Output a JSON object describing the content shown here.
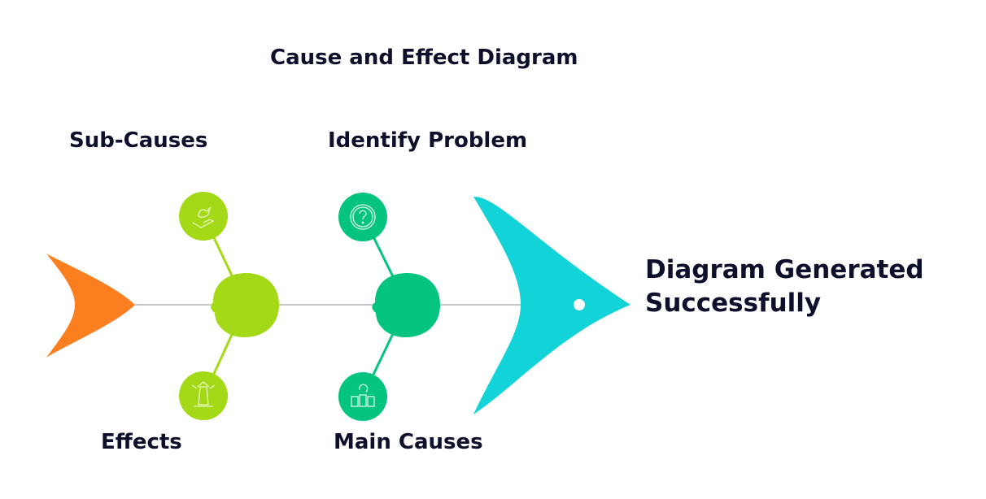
{
  "title": "Cause and Effect Diagram",
  "labels": {
    "sub_causes": "Sub-Causes",
    "identify_problem": "Identify Problem",
    "effects": "Effects",
    "main_causes": "Main Causes"
  },
  "result": {
    "line1": "Diagram Generated",
    "line2": "Successfully"
  },
  "colors": {
    "tail": "#fb7e1f",
    "lime": "#a3d916",
    "green": "#05c47f",
    "head": "#12d4d8",
    "spine": "#c8c8c8"
  },
  "icons": [
    "dove-hand-icon",
    "lighthouse-icon",
    "question-circle-icon",
    "recycle-bins-icon"
  ]
}
